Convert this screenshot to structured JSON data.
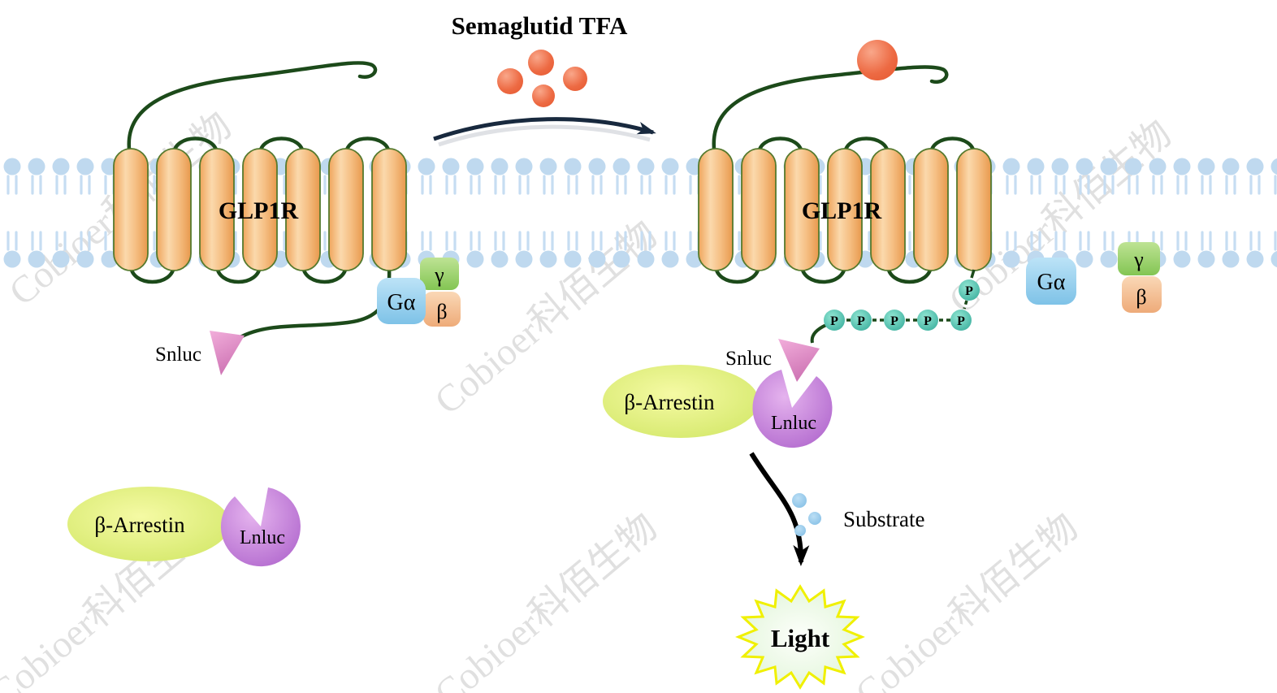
{
  "figure": {
    "title": "Semaglutid TFA",
    "watermark": "Cobioer科佰生物"
  },
  "inactive_state": {
    "receptor": "GLP1R",
    "g_alpha": "Gα",
    "g_gamma": "γ",
    "g_beta": "β",
    "snluc": "Snluc",
    "arrestin": "β-Arrestin",
    "lnluc": "Lnluc"
  },
  "active_state": {
    "receptor": "GLP1R",
    "g_alpha": "Gα",
    "g_gamma": "γ",
    "g_beta": "β",
    "snluc": "Snluc",
    "arrestin": "β-Arrestin",
    "lnluc": "Lnluc",
    "phosphosite": "P",
    "substrate": "Substrate",
    "light": "Light"
  },
  "colors": {
    "membrane": "#BFD9EF",
    "helix": "#F3B778",
    "loop": "#1C4A1A",
    "ligand": "#EC6C45",
    "g_alpha": "#8FCDEE",
    "g_gamma": "#93D468",
    "g_beta": "#F3C096",
    "snluc": "#E08CC8",
    "lnluc": "#B96FD4",
    "arrestin": "#DEEB67",
    "phospho": "#3CBCA8",
    "substrate": "#8AC4EA",
    "light_fill": "#DFF3D8",
    "light_border": "#F0F000",
    "light_text": "#2DA42D",
    "transduction_arrow": "#18293E",
    "catalysis_arrow": "#000000",
    "watermark_color": "#D9D9D9"
  }
}
